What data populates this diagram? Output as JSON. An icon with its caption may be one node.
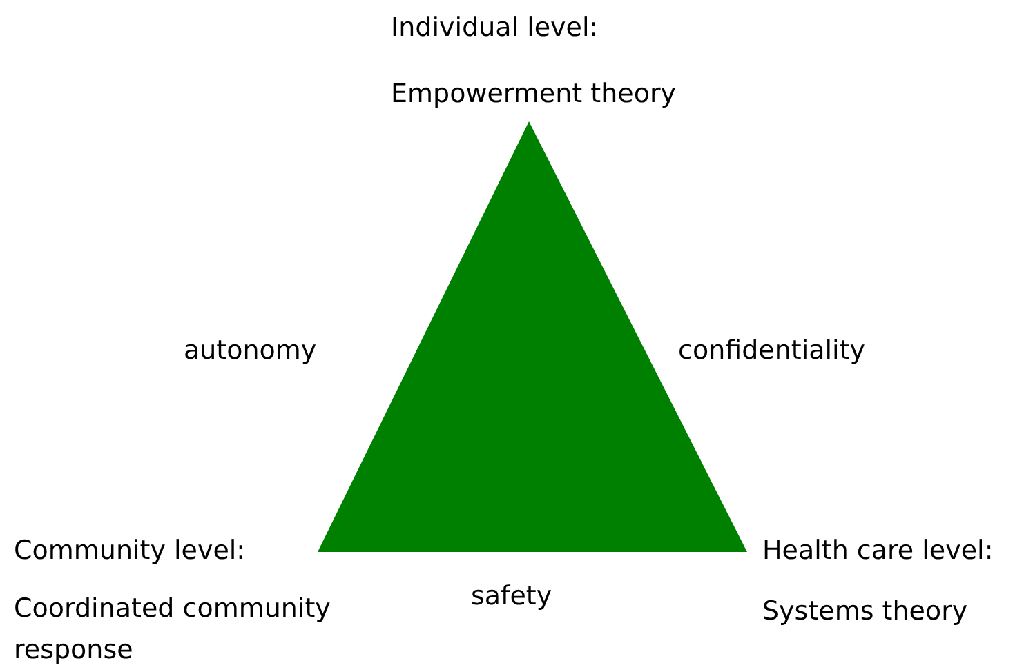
{
  "diagram": {
    "nodes": [
      {
        "text": [],
        "shape": "triangle"
      }
    ],
    "labels": [
      "Individual level:",
      "Empowerment theory",
      "autonomy",
      "confidentiality",
      "Community level:",
      "Health care level:",
      "Coordinated community response",
      "safety",
      "Systems theory"
    ]
  }
}
